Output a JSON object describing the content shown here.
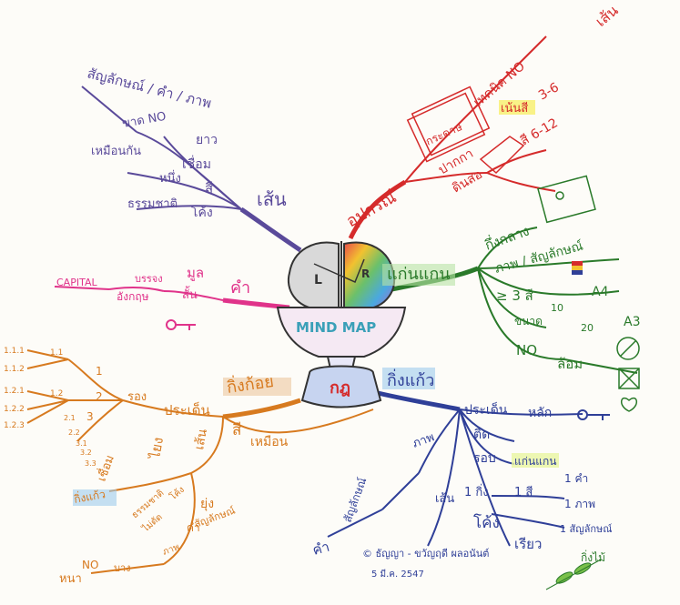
{
  "center": {
    "left_letter": "L",
    "right_letter": "R",
    "title": "MIND MAP",
    "base_text": "กฎ"
  },
  "branch_top_left": {
    "main": "เส้น",
    "subs": [
      "สัญลักษณ์ / คำ / ภาพ",
      "ขาด NO",
      "ยาว",
      "เชื่อม",
      "เหมือนกัน",
      "หนึ่ง",
      "สี",
      "ธรรมชาติ",
      "โค้ง"
    ]
  },
  "branch_top_right": {
    "main": "อุปกรณ์",
    "subs": [
      "กระดาษ",
      "เทคนิค NO",
      "เส้น",
      "ปากกา",
      "ดินสอ",
      "เน้นสี",
      "3-6",
      "สี 6-12"
    ]
  },
  "branch_right": {
    "main": "แก่นแกน",
    "subs": [
      "กึ่งกลาง",
      "ภาพ / สัญลักษณ์",
      "≥ 3 สี",
      "10",
      "A4",
      "ขนาด",
      "20",
      "A3",
      "NO",
      "ล้อม"
    ]
  },
  "branch_left": {
    "main": "คำ",
    "subs": [
      "มูล",
      "สั้น",
      "CAPITAL",
      "บรรจง",
      "อังกฤษ"
    ]
  },
  "branch_bottom_left": {
    "main": "กิ่งก้อย",
    "subs": [
      "ประเด็น",
      "รอง",
      "1.1.1",
      "1.1.2",
      "1.2.1",
      "1.2.2",
      "1.2.3",
      "1.1",
      "1.2",
      "1",
      "2",
      "3",
      "2.1",
      "2.2",
      "3.1",
      "3.2",
      "3.3",
      "เส้น",
      "สี",
      "เหมือน",
      "ไยง",
      "เชื่อม",
      "กิ่งแก้ว",
      "ธรรมชาติ",
      "โค้ง",
      "ไม่ตัด",
      "คำ",
      "ภาพ",
      "สัญลักษณ์",
      "ยุ่ง",
      "หนา",
      "บาง",
      "NO"
    ]
  },
  "branch_bottom_right": {
    "main": "กิ่งแก้ว",
    "subs": [
      "ประเด็น",
      "หลัก",
      "ภาพ",
      "สัญลักษณ์",
      "คำ",
      "ติด",
      "รอบ",
      "แก่นแกน",
      "1 กิ่ง",
      "1 สี",
      "1 คำ",
      "1 ภาพ",
      "1 สัญลักษณ์",
      "เส้น",
      "โค้ง",
      "เรียว",
      "กิ่งไม้"
    ]
  },
  "signature": {
    "line1": "© ธัญญา - ขวัญฤดี ผลอนันต์",
    "line2": "5 มี.ค. 2547"
  },
  "colors": {
    "top_left": "#5a4a9a",
    "top_right": "#d52b2b",
    "right": "#2a7a2a",
    "left": "#e0338a",
    "bottom_left": "#d77a1f",
    "bottom_right": "#2f3f98",
    "center_outline": "#333333"
  }
}
